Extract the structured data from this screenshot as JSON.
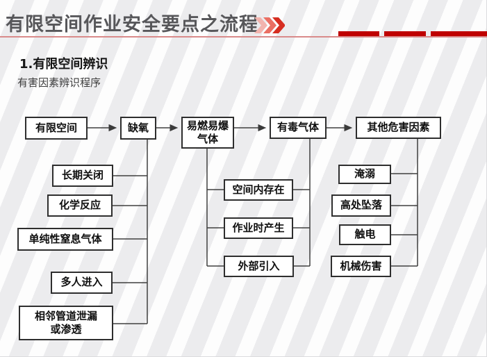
{
  "header": {
    "title": "有限空间作业安全要点之流程",
    "chevrons_icon": "triple-red-chevron-right",
    "accent_color": "#bf0000",
    "underline_color": "#d98a8a",
    "title_color": "#57575a"
  },
  "section": {
    "heading": "1.有限空间辨识",
    "subheading": "有害因素辨识程序"
  },
  "flowchart": {
    "top_row": [
      [
        "有限空间"
      ],
      [
        "缺氧"
      ],
      [
        "易燃易爆",
        "气体"
      ],
      [
        "有毒气体"
      ],
      [
        "其他危害因素"
      ]
    ],
    "oxygen_causes": [
      [
        "长期关闭"
      ],
      [
        "化学反应"
      ],
      [
        "单纯性窒息气体"
      ],
      [
        "多人进入"
      ],
      [
        "相邻管道泄漏",
        "或渗透"
      ]
    ],
    "gas_sources": [
      [
        "空间内存在"
      ],
      [
        "作业时产生"
      ],
      [
        "外部引入"
      ]
    ],
    "other_hazards": [
      [
        "淹溺"
      ],
      [
        "高处坠落"
      ],
      [
        "触电"
      ],
      [
        "机械伤害"
      ]
    ],
    "box_border_color": "#2e2e2e",
    "connector_color": "#3f3f3f"
  }
}
